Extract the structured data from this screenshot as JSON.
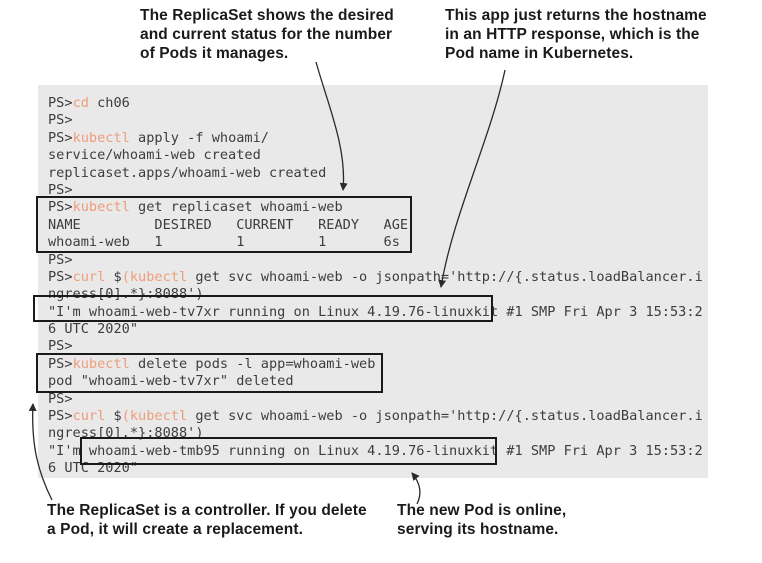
{
  "annotations": {
    "top_left": {
      "lines": [
        "The ReplicaSet shows the desired",
        "and current status for the number",
        "of Pods it manages."
      ]
    },
    "top_right": {
      "lines": [
        "This app just returns the hostname",
        "in an HTTP response, which is the",
        "Pod name in Kubernetes."
      ]
    },
    "bottom_left": {
      "lines": [
        "The ReplicaSet is a controller. If you delete",
        "a Pod, it will create a replacement."
      ]
    },
    "bottom_right": {
      "lines": [
        "The new Pod is online,",
        "serving its hostname."
      ]
    }
  },
  "terminal": {
    "prompt": "PS>",
    "lines": [
      [
        [
          "t",
          "PS>"
        ],
        [
          "c",
          "cd"
        ],
        [
          "t",
          " ch06"
        ]
      ],
      [
        [
          "t",
          "PS>"
        ]
      ],
      [
        [
          "t",
          "PS>"
        ],
        [
          "c",
          "kubectl"
        ],
        [
          "t",
          " apply -f whoami/"
        ]
      ],
      [
        [
          "t",
          "service/whoami-web created"
        ]
      ],
      [
        [
          "t",
          "replicaset.apps/whoami-web created"
        ]
      ],
      [
        [
          "t",
          "PS>"
        ]
      ],
      [
        [
          "t",
          "PS>"
        ],
        [
          "c",
          "kubectl"
        ],
        [
          "t",
          " get replicaset whoami-web"
        ]
      ],
      [
        [
          "t",
          "NAME         DESIRED   CURRENT   READY   AGE"
        ]
      ],
      [
        [
          "t",
          "whoami-web   1         1         1       6s"
        ]
      ],
      [
        [
          "t",
          "PS>"
        ]
      ],
      [
        [
          "t",
          "PS>"
        ],
        [
          "c",
          "curl"
        ],
        [
          "t",
          " $"
        ],
        [
          "c",
          "(kubectl"
        ],
        [
          "t",
          " get svc whoami-web -o jsonpath='http://{.status.loadBalancer.i"
        ]
      ],
      [
        [
          "t",
          "ngress[0].*}:8088')"
        ]
      ],
      [
        [
          "t",
          "\"I'm whoami-web-tv7xr running on Linux 4.19.76-linuxkit #1 SMP Fri Apr 3 15:53:2"
        ]
      ],
      [
        [
          "t",
          "6 UTC 2020\""
        ]
      ],
      [
        [
          "t",
          "PS>"
        ]
      ],
      [
        [
          "t",
          "PS>"
        ],
        [
          "c",
          "kubectl"
        ],
        [
          "t",
          " delete pods -l app=whoami-web"
        ]
      ],
      [
        [
          "t",
          "pod \"whoami-web-tv7xr\" deleted"
        ]
      ],
      [
        [
          "t",
          "PS>"
        ]
      ],
      [
        [
          "t",
          "PS>"
        ],
        [
          "c",
          "curl"
        ],
        [
          "t",
          " $"
        ],
        [
          "c",
          "(kubectl"
        ],
        [
          "t",
          " get svc whoami-web -o jsonpath='http://{.status.loadBalancer.i"
        ]
      ],
      [
        [
          "t",
          "ngress[0].*}:8088')"
        ]
      ],
      [
        [
          "t",
          "\"I'm whoami-web-tmb95 running on Linux 4.19.76-linuxkit #1 SMP Fri Apr 3 15:53:2"
        ]
      ],
      [
        [
          "t",
          "6 UTC 2020\""
        ]
      ]
    ]
  },
  "colors": {
    "terminal_bg": "#e9e9e9",
    "terminal_text": "#3d3d3d",
    "command": "#ee9d7b",
    "annotation_text": "#1a1a1a",
    "box_border": "#1a1a1a",
    "arrow": "#2a2a2a"
  }
}
